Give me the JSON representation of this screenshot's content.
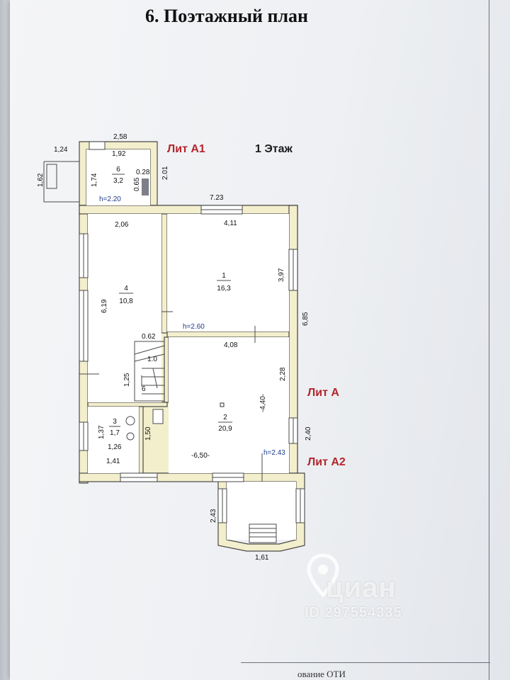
{
  "title": "6. Поэтажный план",
  "floor_label": "1 Этаж",
  "lit_labels": {
    "a1": "Лит А1",
    "a": "Лит А",
    "a2": "Лит А2"
  },
  "rooms": [
    {
      "number": "6",
      "area": "3,2"
    },
    {
      "number": "1",
      "area": "16,3"
    },
    {
      "number": "4",
      "area": "10,8"
    },
    {
      "number": "2",
      "area": "20,9"
    },
    {
      "number": "3",
      "area": "1,7"
    }
  ],
  "heights": {
    "a1": "h=2.20",
    "a": "h=2.60",
    "a2": "h=2.43"
  },
  "dimensions": {
    "d258": "2,58",
    "d192": "1,92",
    "d124": "1,24",
    "d162": "1,62",
    "d174": "1,74",
    "d028": "0.28",
    "d065": "0.65",
    "d201": "2.01",
    "d723": "7.23",
    "d206": "2,06",
    "d411": "4,11",
    "d397": "3,97",
    "d619": "6,19",
    "d685": "6,85",
    "d062": "0.62",
    "d10": "1.0",
    "d408": "4,08",
    "d125": "1,25",
    "d228": "2,28",
    "d6": "6",
    "d440": "-4,40-",
    "d137": "1,37",
    "d150": "1,50",
    "d126": "1,26",
    "d240": "2,40",
    "d141": "1,41",
    "d650": "-6,50-",
    "d243": "2,43",
    "d161": "1,61"
  },
  "footer": "ование ОТИ",
  "watermark": {
    "brand": "циан",
    "id": "ID 297554335"
  }
}
